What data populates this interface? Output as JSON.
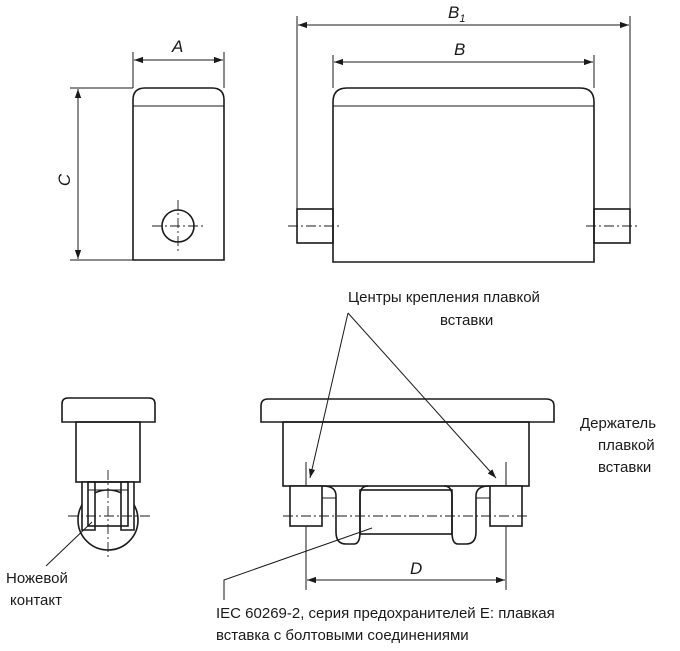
{
  "dimensions": {
    "a": "A",
    "b": "B",
    "b1_main": "B",
    "b1_sub": "1",
    "c": "C",
    "d": "D"
  },
  "labels": {
    "centers_line1": "Центры крепления плавкой",
    "centers_line2": "вставки",
    "holder_line1": "Держатель",
    "holder_line2": "плавкой",
    "holder_line3": "вставки",
    "blade_line1": "Ножевой",
    "blade_line2": "контакт",
    "caption_line1": "IEC 60269-2, серия предохранителей E: плавкая",
    "caption_line2": "вставка с болтовыми соединениями"
  }
}
